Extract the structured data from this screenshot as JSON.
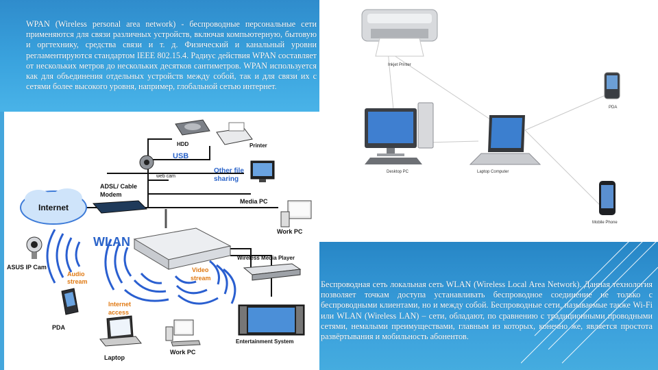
{
  "top_text": "WPAN (Wireless personal area network) - беспроводные персональные сети применяются для связи различных устройств, включая компьютерную, бытовую и оргтехнику, средства связи и т. д. Физический и канальный уровни регламентируются стандартом IEEE 802.15.4. Радиус действия WPAN составляет от нескольких метров до нескольких десятков сантиметров. WPAN используется как для объединения отдельных устройств между собой, так и для связи их с сетями более высокого уровня, например, глобальной сетью интернет.",
  "bottom_text": "Беспроводная сеть локальная сеть WLAN (Wireless Local Area Network). Данная технология позволяет точкам доступа устанавливать беспроводное соединение не только с беспроводными клиентами, но и между собой. Беспроводные сети, называемые также Wi-Fi или WLAN (Wireless LAN) – сети, обладают, по сравнению с традиционными проводными сетями, немалыми преимуществами, главным из которых, конечно же, является простота развёртывания и мобильность абонентов.",
  "wlan_diagram": {
    "hdd": "HDD",
    "usb": "USB",
    "printer": "Printer",
    "web_cam": "web cam",
    "other_file_sharing_1": "Other file",
    "other_file_sharing_2": "sharing",
    "adsl_1": "ADSL/ Cable",
    "adsl_2": "Modem",
    "internet": "Internet",
    "media_pc": "Media PC",
    "wlan": "WLAN",
    "work_pc_right": "Work PC",
    "asus_ip_cam": "ASUS IP Cam",
    "audio_1": "Audio",
    "audio_2": "stream",
    "video_1": "Video",
    "video_2": "stream",
    "wireless_media_player": "Wireless Media Player",
    "internet_access_1": "Internet",
    "internet_access_2": "access",
    "pda": "PDA",
    "laptop": "Laptop",
    "work_pc_bottom": "Work PC",
    "entertainment_system": "Entertainment System"
  },
  "wpan_diagram": {
    "inkjet_printer": "Inkjet Printer",
    "pda": "PDA",
    "desktop_pc": "Desktop PC",
    "laptop_computer": "Laptop Computer",
    "mobile_phone": "Mobile Phone"
  },
  "colors": {
    "blue": "#3a9fdc",
    "wave": "#2a5fd0",
    "text": "#ffffff"
  }
}
